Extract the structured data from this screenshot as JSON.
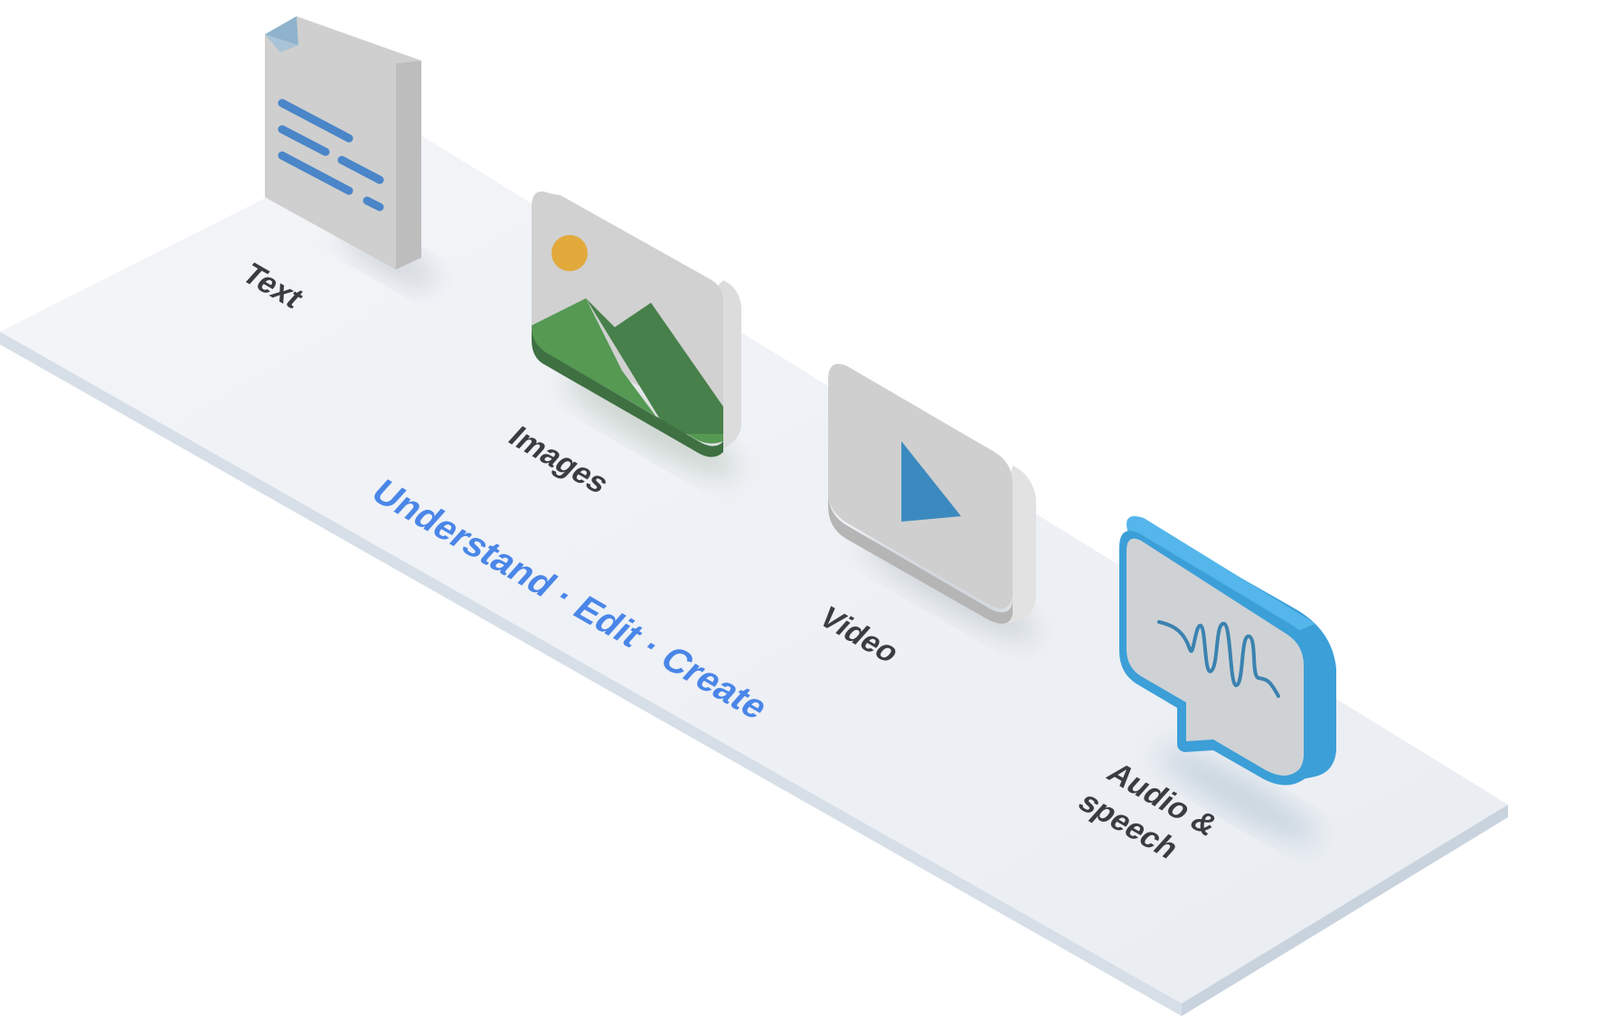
{
  "labels": {
    "text": "Text",
    "images": "Images",
    "video": "Video",
    "audio_line1": "Audio &",
    "audio_line2": "speech"
  },
  "tagline": "Understand · Edit · Create",
  "colors": {
    "platform_top": "#eff1f4",
    "platform_edge": "#d5dde6",
    "label_text": "#3a3c42",
    "tagline": "#4a86e8",
    "doc_face": "#cdcdcd",
    "doc_lines": "#4a86c8",
    "image_sun": "#e2a93b",
    "image_mountain_light": "#559953",
    "image_mountain_dark": "#47804a",
    "video_play": "#3b8abf",
    "audio_outline": "#3c9fd8",
    "audio_wave": "#3b82b0"
  },
  "icons": [
    "document-icon",
    "image-icon",
    "video-play-icon",
    "audio-speech-bubble-icon"
  ]
}
